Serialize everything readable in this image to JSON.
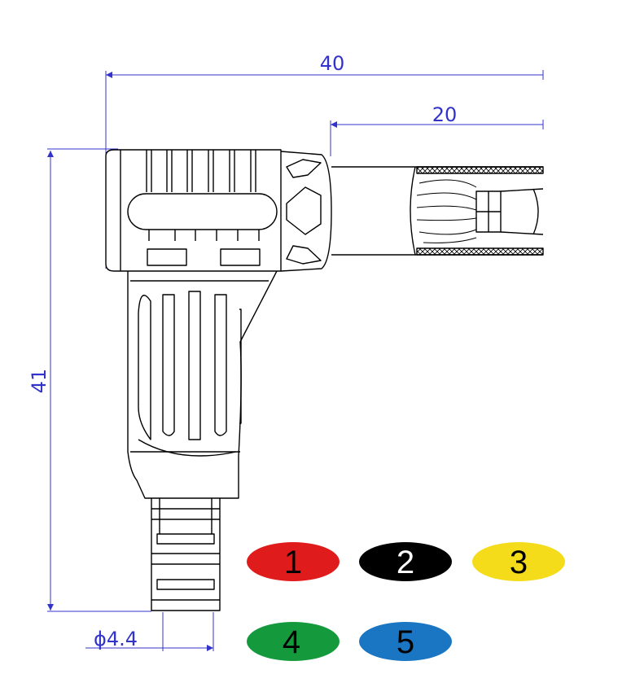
{
  "dimensions": {
    "overall_length": "40",
    "cable_offset": "20",
    "height": "41",
    "cable_diameter": "ϕ4.4",
    "line_color": "#3333cc"
  },
  "outline_color": "#000000",
  "wire_colors": [
    {
      "label": "1",
      "color": "#e01b1b",
      "text_color": "#000000"
    },
    {
      "label": "2",
      "color": "#000000",
      "text_color": "#ffffff"
    },
    {
      "label": "3",
      "color": "#f5dc1a",
      "text_color": "#000000"
    },
    {
      "label": "4",
      "color": "#149a3c",
      "text_color": "#000000"
    },
    {
      "label": "5",
      "color": "#1a76c2",
      "text_color": "#000000"
    }
  ]
}
